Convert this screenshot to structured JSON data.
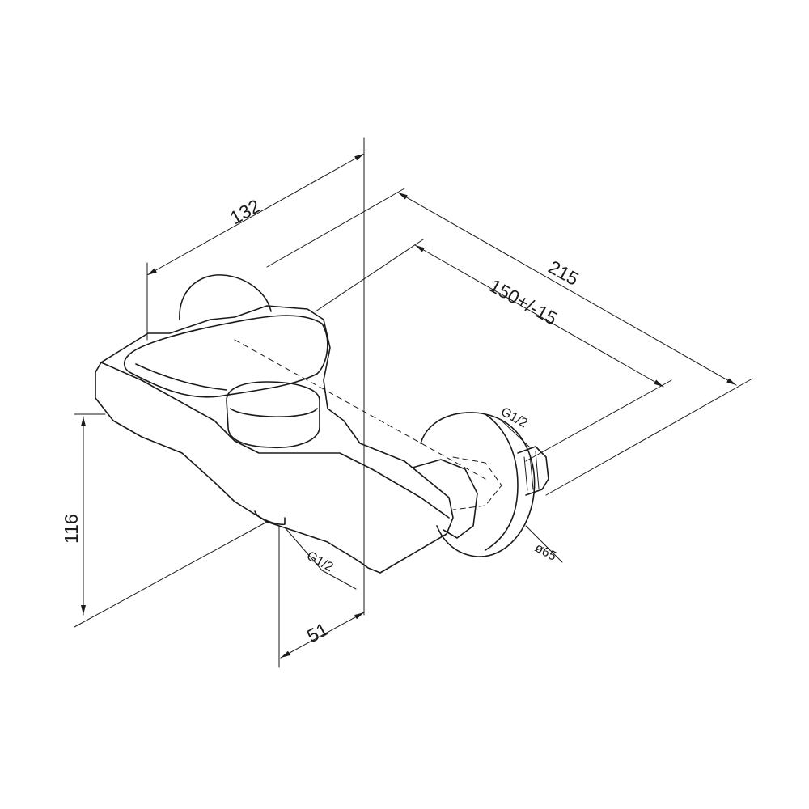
{
  "drawing": {
    "colors": {
      "line": "#1a1a1a",
      "background": "#ffffff"
    },
    "dimensions": {
      "width_132": "132",
      "length_215": "215",
      "centers_150": "150+/-15",
      "height_116": "116",
      "offset_51": "51"
    },
    "labels": {
      "thread_rear": "G1/2",
      "thread_bottom": "G1/2",
      "diameter": "ø65"
    }
  }
}
